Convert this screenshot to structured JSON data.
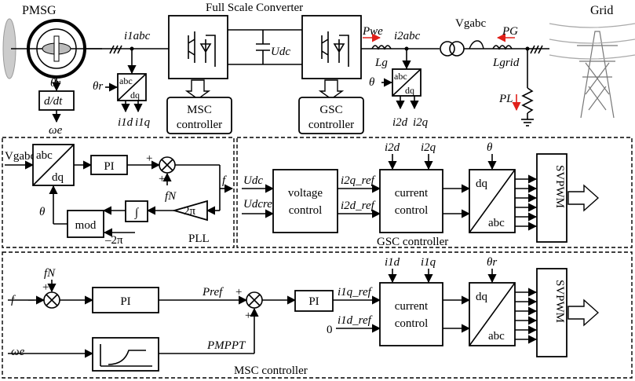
{
  "top": {
    "pmsg": "PMSG",
    "converter": "Full Scale Converter",
    "grid": "Grid",
    "i1abc": "i1abc",
    "udc": "Udc",
    "pwe": "Pwe",
    "i2abc": "i2abc",
    "vgabc": "Vgabc",
    "pg": "PG",
    "lg": "Lg",
    "lgrid": "Lgrid",
    "pl": "PL",
    "theta_r": "θr",
    "ddt": "d/dt",
    "omega_e": "ωe",
    "abc": "abc",
    "dq": "dq",
    "i1d": "i1d",
    "i1q": "i1q",
    "theta": "θ",
    "i2d": "i2d",
    "i2q": "i2q",
    "msc_ctrl_l1": "MSC",
    "msc_ctrl_l2": "controller",
    "gsc_ctrl_l1": "GSC",
    "gsc_ctrl_l2": "controller"
  },
  "pll": {
    "vgabc": "Vgabc",
    "abc": "abc",
    "dq": "dq",
    "pi": "PI",
    "plus": "+",
    "fn": "fN",
    "f": "f",
    "two_pi": "2π",
    "integral": "∫",
    "mod": "mod",
    "minus_2pi": "2π",
    "theta": "θ",
    "label": "PLL"
  },
  "gsc": {
    "udc": "Udc",
    "udcref": "Udcref",
    "voltage_l1": "voltage",
    "voltage_l2": "control",
    "i2q_ref": "i2q_ref",
    "i2d_ref": "i2d_ref",
    "current_l1": "current",
    "current_l2": "control",
    "i2d": "i2d",
    "i2q": "i2q",
    "theta": "θ",
    "dq": "dq",
    "abc": "abc",
    "svpwm": "SVPWM",
    "label": "GSC controller"
  },
  "msc": {
    "f": "f",
    "minus": "–",
    "fn": "fN",
    "pi1": "PI",
    "pref": "Pref",
    "plus": "+",
    "pi2": "PI",
    "i1q_ref": "i1q_ref",
    "i1d_ref": "i1d_ref",
    "zero": "0",
    "current_l1": "current",
    "current_l2": "control",
    "i1d": "i1d",
    "i1q": "i1q",
    "theta_r": "θr",
    "dq": "dq",
    "abc": "abc",
    "svpwm": "SVPWM",
    "omega_e": "ωe",
    "pmppt": "PMPPT",
    "label": "MSC controller"
  }
}
